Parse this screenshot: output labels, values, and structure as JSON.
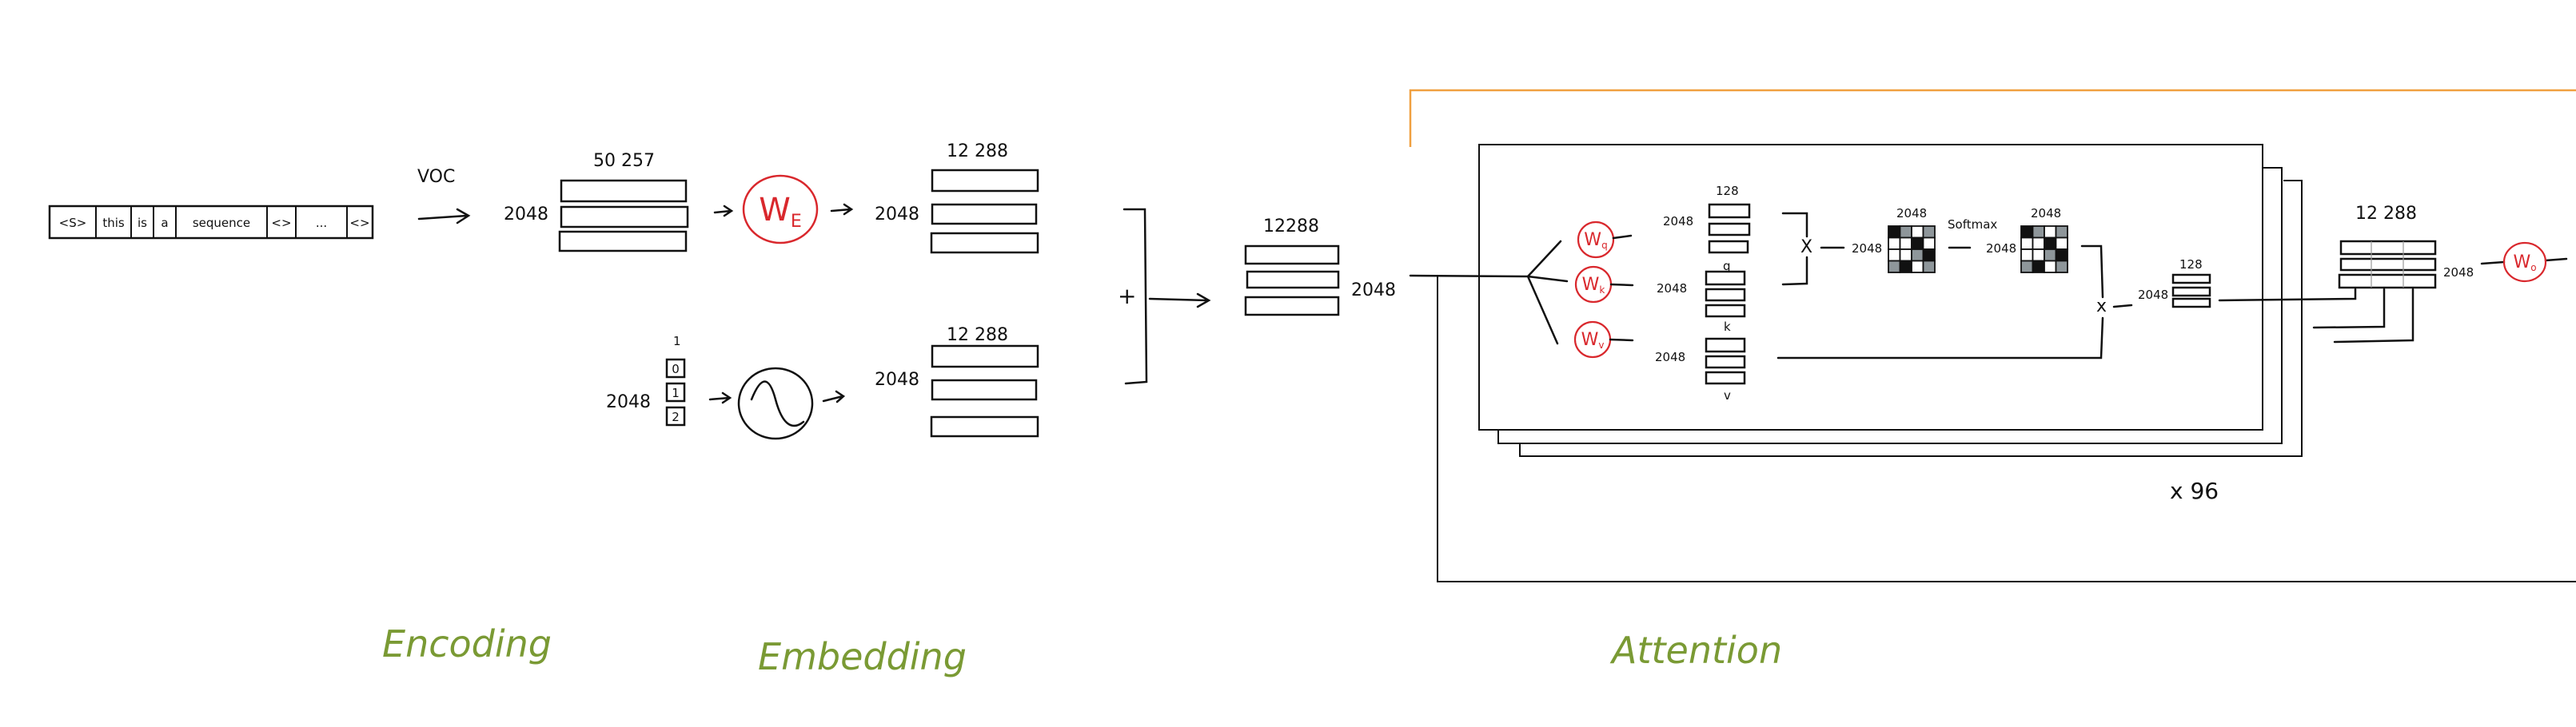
{
  "encoding": {
    "tokens": [
      "<S>",
      "this",
      "is",
      "a",
      "sequence",
      "<>",
      "...",
      "<>"
    ],
    "voc_label": "VOC",
    "onehot_rows": "2048",
    "onehot_cols": "50 257"
  },
  "embedding": {
    "token_weight": "W",
    "token_weight_sub": "E",
    "token_rows": "2048",
    "token_cols": "12 288",
    "position_index_label": "1",
    "position_indices": [
      "0",
      "1",
      "2"
    ],
    "position_rows": "2048",
    "pos_out_rows": "2048",
    "pos_out_cols": "12 288",
    "plus": "+",
    "sum_cols": "12288",
    "sum_rows": "2048"
  },
  "attention": {
    "wq": {
      "w": "W",
      "sub": "q"
    },
    "wk": {
      "w": "W",
      "sub": "k"
    },
    "wv": {
      "w": "W",
      "sub": "v"
    },
    "q_rows": "2048",
    "q_cols": "128",
    "q_label": "q",
    "k_rows": "2048",
    "k_label": "k",
    "v_rows": "2048",
    "v_label": "v",
    "mult1": "X",
    "scores_rows": "2048",
    "scores_cols": "2048",
    "softmax": "Softmax",
    "probs_rows": "2048",
    "probs_cols": "2048",
    "matrix_pattern": [
      [
        "B",
        "G",
        "W",
        "G"
      ],
      [
        "W",
        "W",
        "B",
        "W"
      ],
      [
        "W",
        "W",
        "G",
        "B"
      ],
      [
        "G",
        "B",
        "W",
        "G"
      ]
    ],
    "mult2": "x",
    "head_out_rows": "2048",
    "head_out_cols": "128",
    "concat_cols": "12 288",
    "concat_rows": "2048",
    "wo": {
      "w": "W",
      "sub": "o"
    },
    "heads": "x 96"
  },
  "section_labels": {
    "encoding": "Encoding",
    "embedding": "Embedding",
    "attention": "Attention"
  },
  "colors": {
    "accent_red": "#d9282d",
    "label_green": "#7a9a34",
    "frame_orange": "#f0a040",
    "matrix_gray": "#8e969a"
  }
}
